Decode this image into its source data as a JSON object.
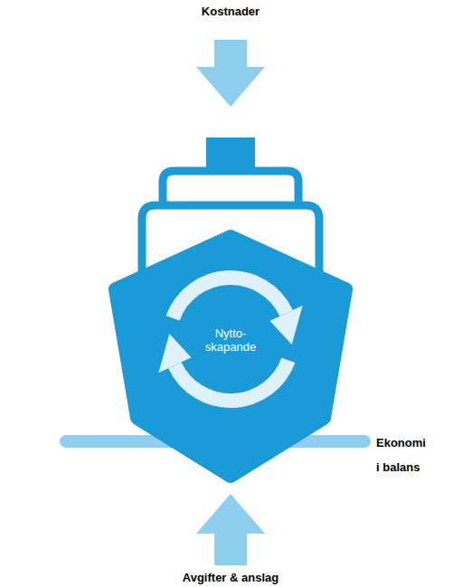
{
  "diagram": {
    "nodes": [
      {
        "text": [
          "Nytto- skapande"
        ]
      }
    ],
    "labels": [
      "Kostnader",
      "Ekonomi i balans",
      "Avgifter & anslag"
    ]
  }
}
